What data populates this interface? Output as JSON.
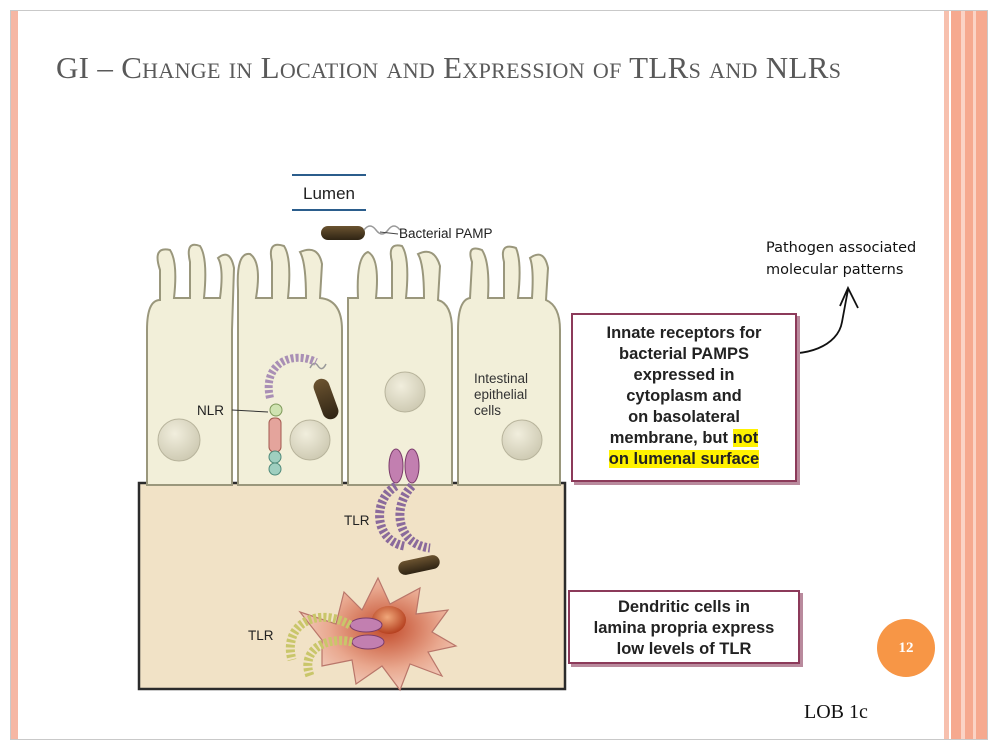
{
  "slide": {
    "title": "GI – Change in Location and Expression of TLRs and NLRs",
    "page_number": "12",
    "footer_label": "LOB 1c"
  },
  "diagram": {
    "lumen_label": "Lumen",
    "pamp_label": "Bacterial PAMP",
    "cells_label": [
      "Intestinal",
      "epithelial",
      "cells"
    ],
    "nlr_label": "NLR",
    "tlr_label_upper": "TLR",
    "tlr_label_lower": "TLR"
  },
  "annotations": {
    "handwritten_line1": "Pathogen associated",
    "handwritten_line2": "molecular patterns"
  },
  "callout_innate": {
    "lines": [
      "Innate receptors for",
      "bacterial PAMPS",
      "expressed in",
      "cytoplasm and",
      "on basolateral"
    ],
    "line6_plain": "membrane, but ",
    "line6_highlight": "not",
    "line7_highlight": "on lumenal surface"
  },
  "callout_dendritic": {
    "lines": [
      "Dendritic cells in",
      "lamina propria express",
      "low levels of TLR"
    ]
  },
  "colors": {
    "accent_stripe": "#f6a98f",
    "page_badge": "#f79646",
    "callout_border": "#8c3a5a",
    "highlight": "#fff200",
    "cell_fill": "#f2efd9",
    "lamina_fill": "#f1e2c6"
  }
}
